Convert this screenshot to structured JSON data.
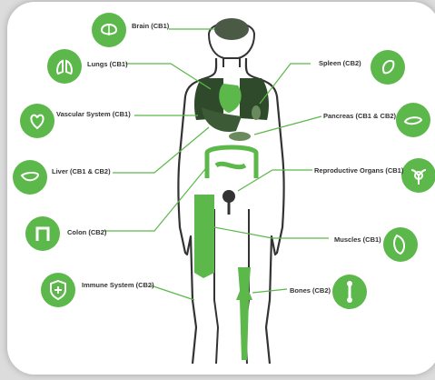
{
  "colors": {
    "accent": "#5cb84a",
    "dark": "#2f4a2a",
    "outline": "#333333",
    "background": "#ffffff"
  },
  "organs": [
    {
      "id": "brain",
      "label": "Brain (CB1)",
      "icon": "brain-icon"
    },
    {
      "id": "lungs",
      "label": "Lungs (CB1)",
      "icon": "lungs-icon"
    },
    {
      "id": "vascular",
      "label": "Vascular System (CB1)",
      "icon": "heart-icon"
    },
    {
      "id": "liver",
      "label": "Liver (CB1 & CB2)",
      "icon": "liver-icon"
    },
    {
      "id": "colon",
      "label": "Colon (CB2)",
      "icon": "colon-icon"
    },
    {
      "id": "immune",
      "label": "Immune System (CB2)",
      "icon": "shield-plus-icon"
    },
    {
      "id": "spleen",
      "label": "Spleen (CB2)",
      "icon": "spleen-icon"
    },
    {
      "id": "pancreas",
      "label": "Pancreas (CB1 & CB2)",
      "icon": "pancreas-icon"
    },
    {
      "id": "reproductive",
      "label": "Reproductive Organs (CB1)",
      "icon": "reproductive-organs-icon"
    },
    {
      "id": "muscles",
      "label": "Muscles (CB1)",
      "icon": "muscle-icon"
    },
    {
      "id": "bones",
      "label": "Bones (CB2)",
      "icon": "bone-icon"
    }
  ]
}
